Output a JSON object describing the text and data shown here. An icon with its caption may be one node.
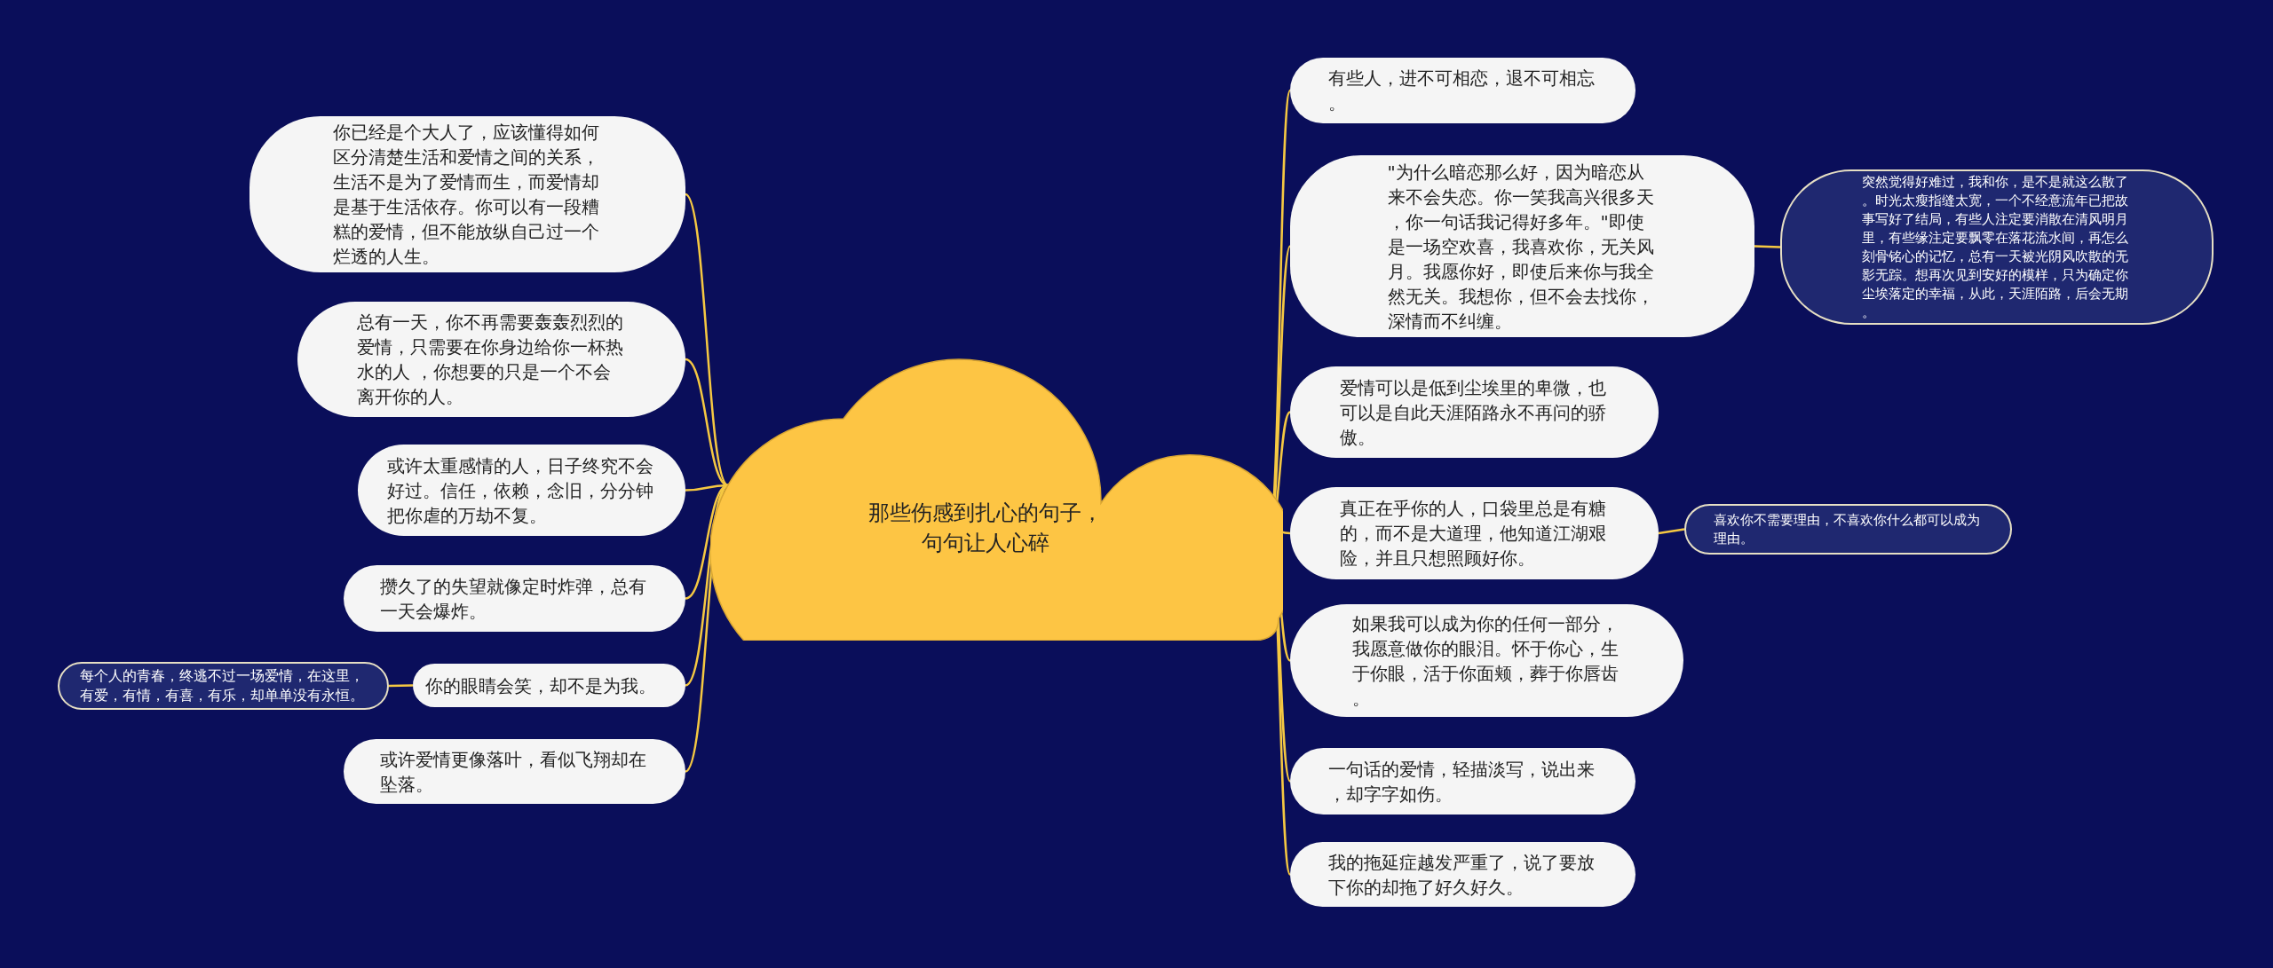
{
  "diagram": {
    "nodes": [
      {
        "text": [
          "那些伤感到扎心的句子，句句让人心碎"
        ]
      },
      {
        "text": [
          "你已经是个大人了，应该懂得如何区分清楚生活和爱情之间的关系，生活不是为了爱情而生，而爱情却是基于生活依存。你可以有一段糟糕的爱情，但不能放纵自己过一个烂透的人生。"
        ]
      },
      {
        "text": [
          "总有一天，你不再需要轰轰烈烈的爱情，只需要在你身边给你一杯热水的人 ，你想要的只是一个不会离开你的人。"
        ]
      },
      {
        "text": [
          "或许太重感情的人，日子终究不会好过。信任，依赖，念旧，分分钟把你虐的万劫不复。"
        ]
      },
      {
        "text": [
          "攒久了的失望就像定时炸弹，总有一天会爆炸。"
        ]
      },
      {
        "text": [
          "你的眼睛会笑，却不是为我。"
        ]
      },
      {
        "text": [
          "每个人的青春，终逃不过一场爱情，在这里，有爱，有情，有喜，有乐，却单单没有永恒。"
        ]
      },
      {
        "text": [
          "或许爱情更像落叶，看似飞翔却在坠落。"
        ]
      },
      {
        "text": [
          "有些人，进不可相恋，退不可相忘。"
        ]
      },
      {
        "text": [
          "\"为什么暗恋那么好，因为暗恋从来不会失恋。你一笑我高兴很多天，你一句话我记得好多年。\"即使是一场空欢喜，我喜欢你，无关风月。我愿你好，即使后来你与我全然无关。我想你，但不会去找你，深情而不纠缠。"
        ]
      },
      {
        "text": [
          "突然觉得好难过，我和你，是不是就这么散了。时光太瘦指缝太宽，一个不经意流年已把故事写好了结局，有些人注定要消散在清风明月里，有些缘注定要飘零在落花流水间，再怎么刻骨铭心的记忆，总有一天被光阴风吹散的无影无踪。想再次见到安好的模样，只为确定你尘埃落定的幸福，从此，天涯陌路，后会无期。"
        ]
      },
      {
        "text": [
          "爱情可以是低到尘埃里的卑微，也可以是自此天涯陌路永不再问的骄傲。"
        ]
      },
      {
        "text": [
          "真正在乎你的人，口袋里总是有糖的，而不是大道理，他知道江湖艰险，并且只想照顾好你。"
        ]
      },
      {
        "text": [
          "喜欢你不需要理由，不喜欢你什么都可以成为理由。"
        ]
      },
      {
        "text": [
          "如果我可以成为你的任何一部分，我愿意做你的眼泪。怀于你心，生于你眼，活于你面颊，葬于你唇齿。"
        ]
      },
      {
        "text": [
          "一句话的爱情，轻描淡写，说出来，却字字如伤。"
        ]
      },
      {
        "text": [
          "我的拖延症越发严重了，说了要放下你的却拖了好久好久。"
        ]
      }
    ],
    "edges": [
      {
        "from": 0,
        "to": 1,
        "arrow": "none"
      },
      {
        "from": 0,
        "to": 2,
        "arrow": "none"
      },
      {
        "from": 0,
        "to": 3,
        "arrow": "none"
      },
      {
        "from": 0,
        "to": 4,
        "arrow": "none"
      },
      {
        "from": 0,
        "to": 5,
        "arrow": "none"
      },
      {
        "from": 5,
        "to": 6,
        "arrow": "none"
      },
      {
        "from": 0,
        "to": 7,
        "arrow": "none"
      },
      {
        "from": 0,
        "to": 8,
        "arrow": "none"
      },
      {
        "from": 0,
        "to": 9,
        "arrow": "none"
      },
      {
        "from": 9,
        "to": 10,
        "arrow": "none"
      },
      {
        "from": 0,
        "to": 11,
        "arrow": "none"
      },
      {
        "from": 0,
        "to": 12,
        "arrow": "none"
      },
      {
        "from": 12,
        "to": 13,
        "arrow": "none"
      },
      {
        "from": 0,
        "to": 14,
        "arrow": "none"
      },
      {
        "from": 0,
        "to": 15,
        "arrow": "none"
      },
      {
        "from": 0,
        "to": 16,
        "arrow": "none"
      }
    ]
  }
}
